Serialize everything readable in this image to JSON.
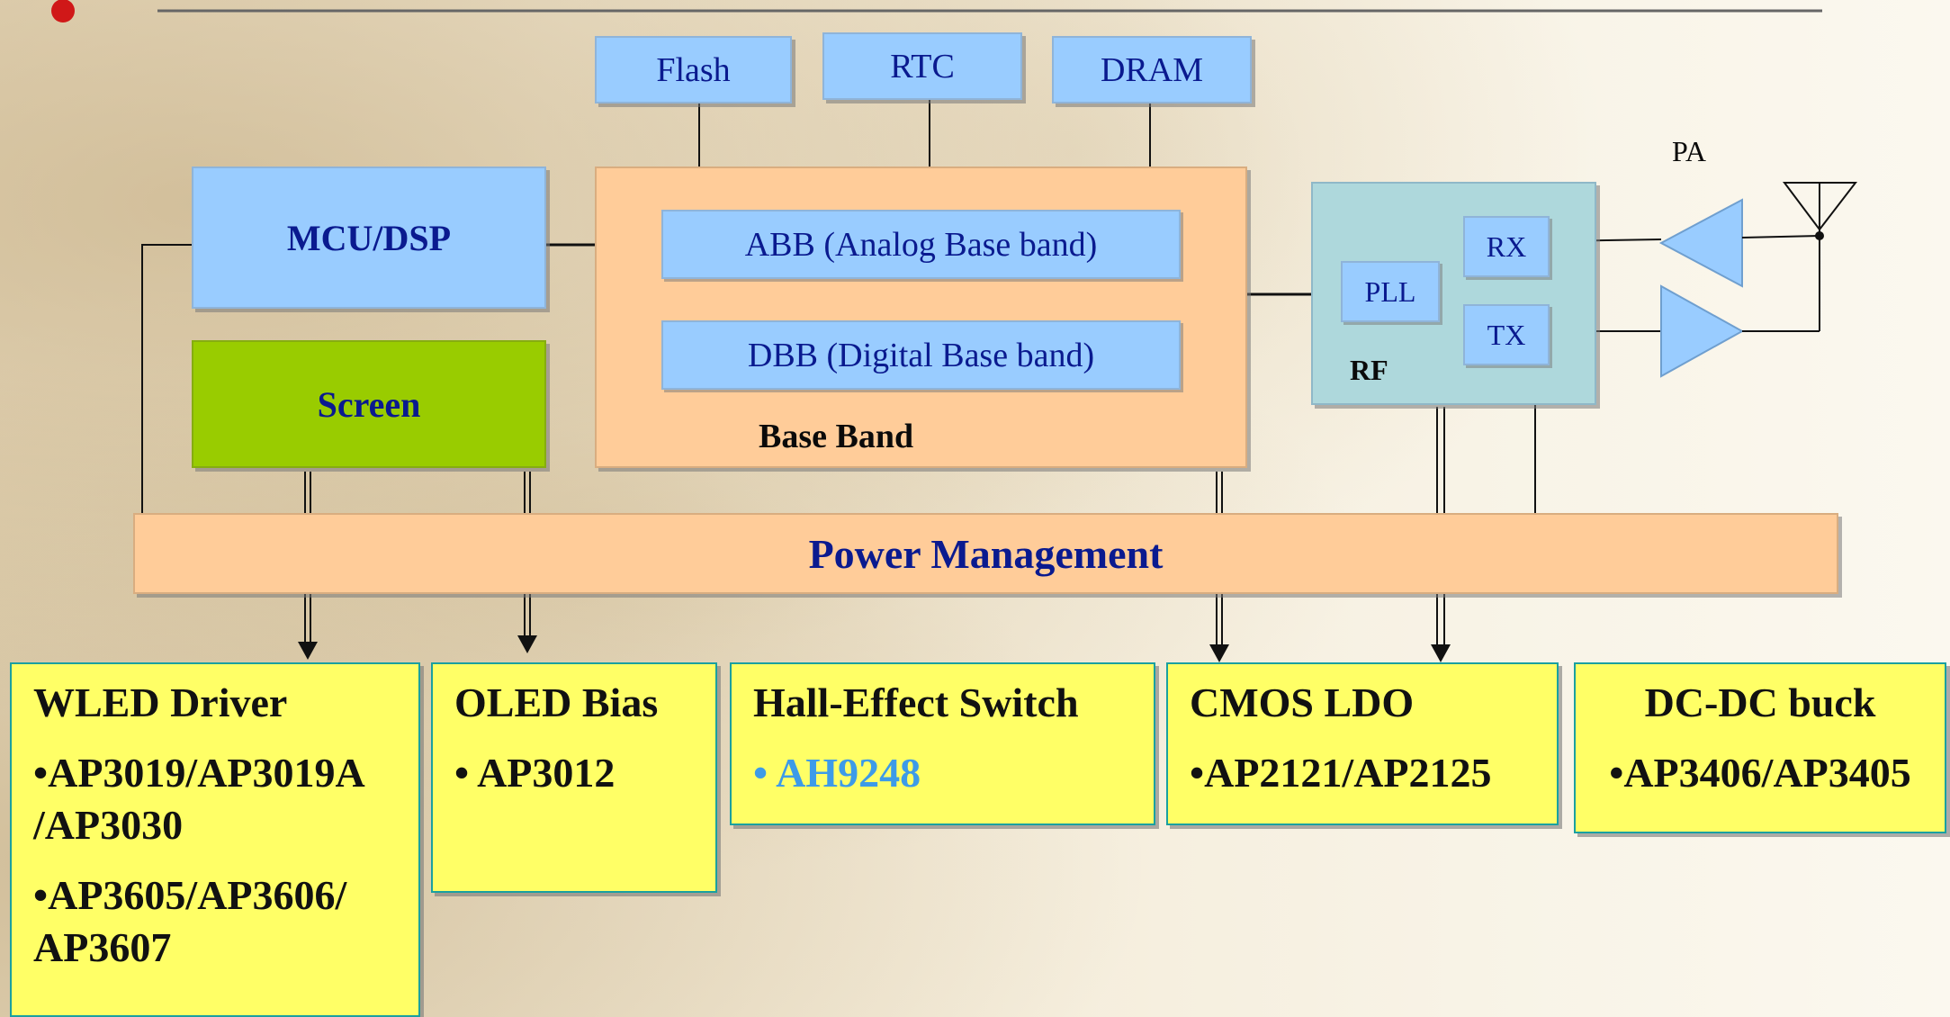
{
  "top_modules": [
    {
      "id": "flash",
      "label": "Flash"
    },
    {
      "id": "rtc",
      "label": "RTC"
    },
    {
      "id": "dram",
      "label": "DRAM"
    }
  ],
  "mcu_dsp": {
    "label": "MCU/DSP"
  },
  "screen": {
    "label": "Screen"
  },
  "base_band": {
    "title": "Base Band",
    "abb": "ABB (Analog Base band)",
    "dbb": "DBB (Digital Base band)"
  },
  "rf": {
    "title": "RF",
    "pll": "PLL",
    "rx": "RX",
    "tx": "TX"
  },
  "pa_label": "PA",
  "power_management": {
    "label": "Power Management"
  },
  "products": [
    {
      "title": "WLED Driver",
      "items": [
        "•AP3019/AP3019A /AP3030",
        "•AP3605/AP3606/ AP3607"
      ]
    },
    {
      "title": "OLED Bias",
      "items": [
        "• AP3012"
      ]
    },
    {
      "title": "Hall-Effect Switch",
      "items": [
        "• AH9248"
      ]
    },
    {
      "title": "CMOS LDO",
      "items": [
        "•AP2121/AP2125"
      ]
    },
    {
      "title": "DC-DC buck",
      "items": [
        "•AP3406/AP3405"
      ]
    }
  ],
  "colors": {
    "module_blue": "#99ccff",
    "base_band_peach": "#ffcc99",
    "rf_teal": "#aed8dc",
    "screen_green": "#99cc00",
    "product_yellow": "#ffff66",
    "link_blue": "#3d9be8",
    "text_navy": "#0a1a8f"
  }
}
